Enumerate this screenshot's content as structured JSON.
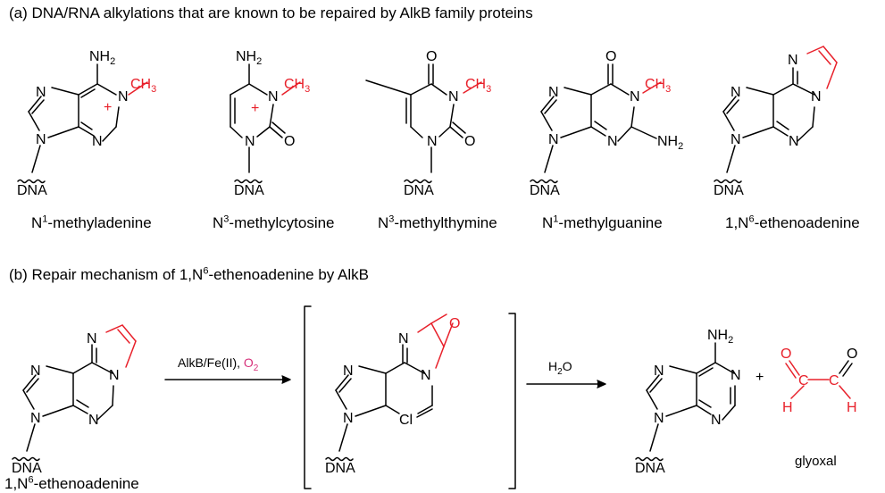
{
  "panel_a": {
    "title": "(a) DNA/RNA alkylations that are known to be repaired by AlkB family proteins",
    "molecules": [
      {
        "name_pre": "N",
        "name_sup": "1",
        "name_post": "-methyladenine"
      },
      {
        "name_pre": "N",
        "name_sup": "3",
        "name_post": "-methylcytosine"
      },
      {
        "name_pre": "N",
        "name_sup": "3",
        "name_post": "-methylthymine"
      },
      {
        "name_pre": "N",
        "name_sup": "1",
        "name_post": "-methylguanine"
      },
      {
        "name_pre": "1,N",
        "name_sup": "6",
        "name_post": "-ethenoadenine"
      }
    ]
  },
  "panel_b": {
    "title_pre": "(b) Repair mechanism of 1,N",
    "title_sup": "6",
    "title_post": "-ethenoadenine by AlkB",
    "reactant_pre": "1,N",
    "reactant_sup": "6",
    "reactant_post": "-ethenoadenine",
    "arrow1_label": "AlkB/Fe(II), ",
    "arrow1_o2": "O",
    "arrow1_o2_sub": "2",
    "arrow2_label_h": "H",
    "arrow2_label_sub": "2",
    "arrow2_label_o": "O",
    "plus": "+",
    "product2_name": "glyoxal"
  },
  "atoms": {
    "N": "N",
    "O": "O",
    "H": "H",
    "C": "C",
    "Cl": "Cl",
    "NH": "NH",
    "sub2": "2",
    "CH": "CH",
    "sub3": "3",
    "plus": "+",
    "dna": "DNA"
  },
  "colors": {
    "black": "#000000",
    "red": "#e8202a",
    "magenta": "#d6317a"
  }
}
